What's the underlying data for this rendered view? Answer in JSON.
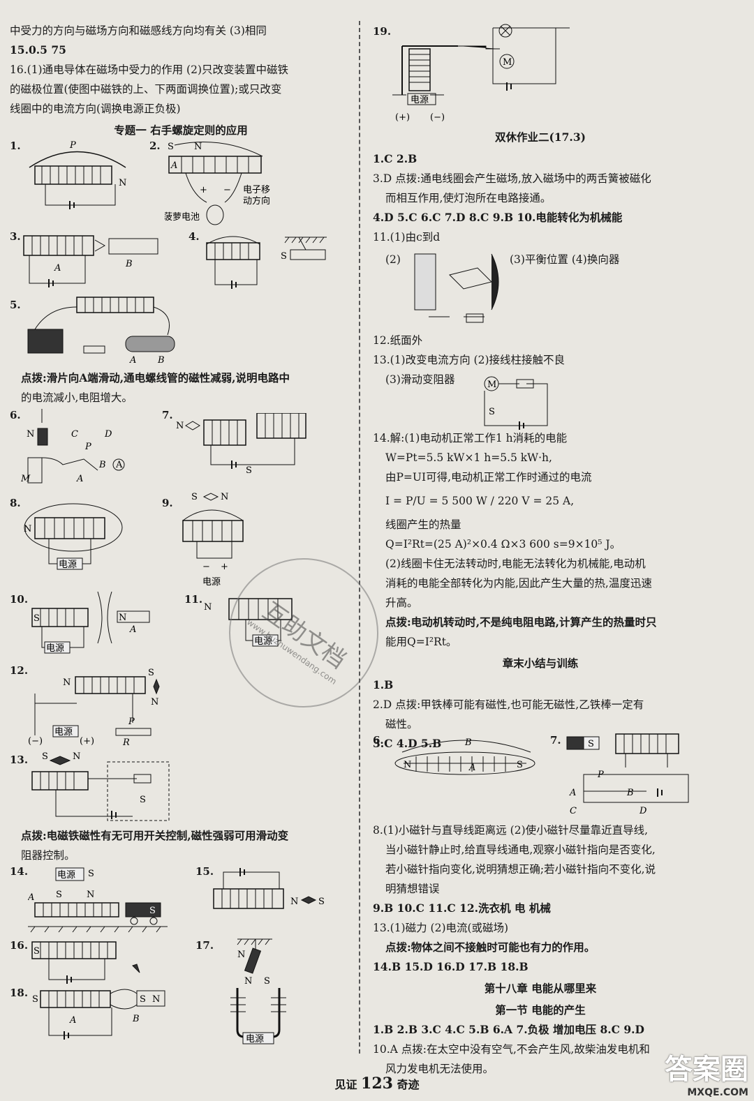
{
  "left": {
    "l1": "中受力的方向与磁场方向和磁感线方向均有关 (3)相同",
    "l2": "15.0.5 75",
    "l3": "16.(1)通电导体在磁场中受力的作用 (2)只改变装置中磁铁",
    "l4": "的磁极位置(使图中磁铁的上、下两面调换位置);或只改变",
    "l5": "线圈中的电流方向(调换电源正负极)",
    "title": "专题一 右手螺旋定则的应用",
    "n1": "1.",
    "n2": "2.",
    "n3": "3.",
    "n4": "4.",
    "n5": "5.",
    "n6": "6.",
    "n7": "7.",
    "n8": "8.",
    "n9": "9.",
    "n10": "10.",
    "n11": "11.",
    "n12": "12.",
    "n13": "13.",
    "n14": "14.",
    "n15": "15.",
    "n16": "16.",
    "n17": "17.",
    "n18": "18.",
    "tip5a": "点拨:滑片向A端滑动,通电螺线管的磁性减弱,说明电路中",
    "tip5b": "的电流减小,电阻增大。",
    "tip13a": "点拨:电磁铁磁性有无可用开关控制,磁性强弱可用滑动变",
    "tip13b": "阻器控制。",
    "fig": {
      "p": "P",
      "n": "N",
      "s": "S",
      "a": "A",
      "b": "B",
      "c": "C",
      "d": "D",
      "m": "M",
      "r": "R",
      "power": "电源",
      "pineapple": "菠萝电池",
      "electron": "电子移",
      "electron2": "动方向",
      "plus": "+",
      "minus": "−",
      "pplus": "(+)",
      "pminus": "(−)",
      "amm": "A"
    }
  },
  "right": {
    "n19": "19.",
    "fig19_power": "电源",
    "fig19_plus": "(+)",
    "fig19_minus": "(−)",
    "fig19_m": "M",
    "title1": "双休作业二(17.3)",
    "r1": "1.C 2.B",
    "r2": "3.D 点拨:通电线圈会产生磁场,放入磁场中的两舌簧被磁化",
    "r3": "而相互作用,使灯泡所在电路接通。",
    "r4": "4.D 5.C 6.C 7.D 8.C 9.B 10.电能转化为机械能",
    "r5": "11.(1)由c到d",
    "r6a": "(2)",
    "r6b": "(3)平衡位置 (4)换向器",
    "r7": "12.纸面外",
    "r8": "13.(1)改变电流方向 (2)接线柱接触不良",
    "r9": "(3)滑动变阻器",
    "r10": "14.解:(1)电动机正常工作1 h消耗的电能",
    "r11": "W=Pt=5.5 kW×1 h=5.5 kW·h,",
    "r12": "由P=UI可得,电动机正常工作时通过的电流",
    "r13": "I = P/U = 5 500 W / 220 V = 25 A,",
    "r14": "线圈产生的热量",
    "r15": "Q=I²Rt=(25 A)²×0.4 Ω×3 600 s=9×10⁵ J。",
    "r16": "(2)线圈卡住无法转动时,电能无法转化为机械能,电动机",
    "r17": "消耗的电能全部转化为内能,因此产生大量的热,温度迅速",
    "r18": "升高。",
    "r19": "点拨:电动机转动时,不是纯电阻电路,计算产生的热量时只",
    "r20": "能用Q=I²Rt。",
    "title2": "章末小结与训练",
    "s1": "1.B",
    "s2": "2.D 点拨:甲铁棒可能有磁性,也可能无磁性,乙铁棒一定有",
    "s3": "磁性。",
    "s4": "3.C 4.D 5.B",
    "s5n6": "6.",
    "s5n7": "7.",
    "s6": "8.(1)小磁针与直导线距离远 (2)使小磁针尽量靠近直导线,",
    "s7": "当小磁针静止时,给直导线通电,观察小磁针指向是否变化,",
    "s8": "若小磁针指向变化,说明猜想正确;若小磁针指向不变化,说",
    "s9": "明猜想错误",
    "s10": "9.B 10.C 11.C 12.洗衣机 电 机械",
    "s11": "13.(1)磁力 (2)电流(或磁场)",
    "s12": "点拨:物体之间不接触时可能也有力的作用。",
    "s13": "14.B 15.D 16.D 17.B 18.B",
    "title3": "第十八章 电能从哪里来",
    "title4": "第一节 电能的产生",
    "t1": "1.B 2.B 3.C 4.C 5.B 6.A 7.负极 增加电压 8.C 9.D",
    "t2": "10.A 点拨:在太空中没有空气,不会产生风,故柴油发电机和",
    "t3": "风力发电机无法使用。"
  },
  "footer": {
    "pre": "见证",
    "page": "123",
    "post": "奇迹"
  },
  "stamp": {
    "text": "互助文档",
    "url": "www.huzhuwendang.com"
  },
  "watermark": {
    "big": "答案圈",
    "small": "MXQE.COM"
  }
}
